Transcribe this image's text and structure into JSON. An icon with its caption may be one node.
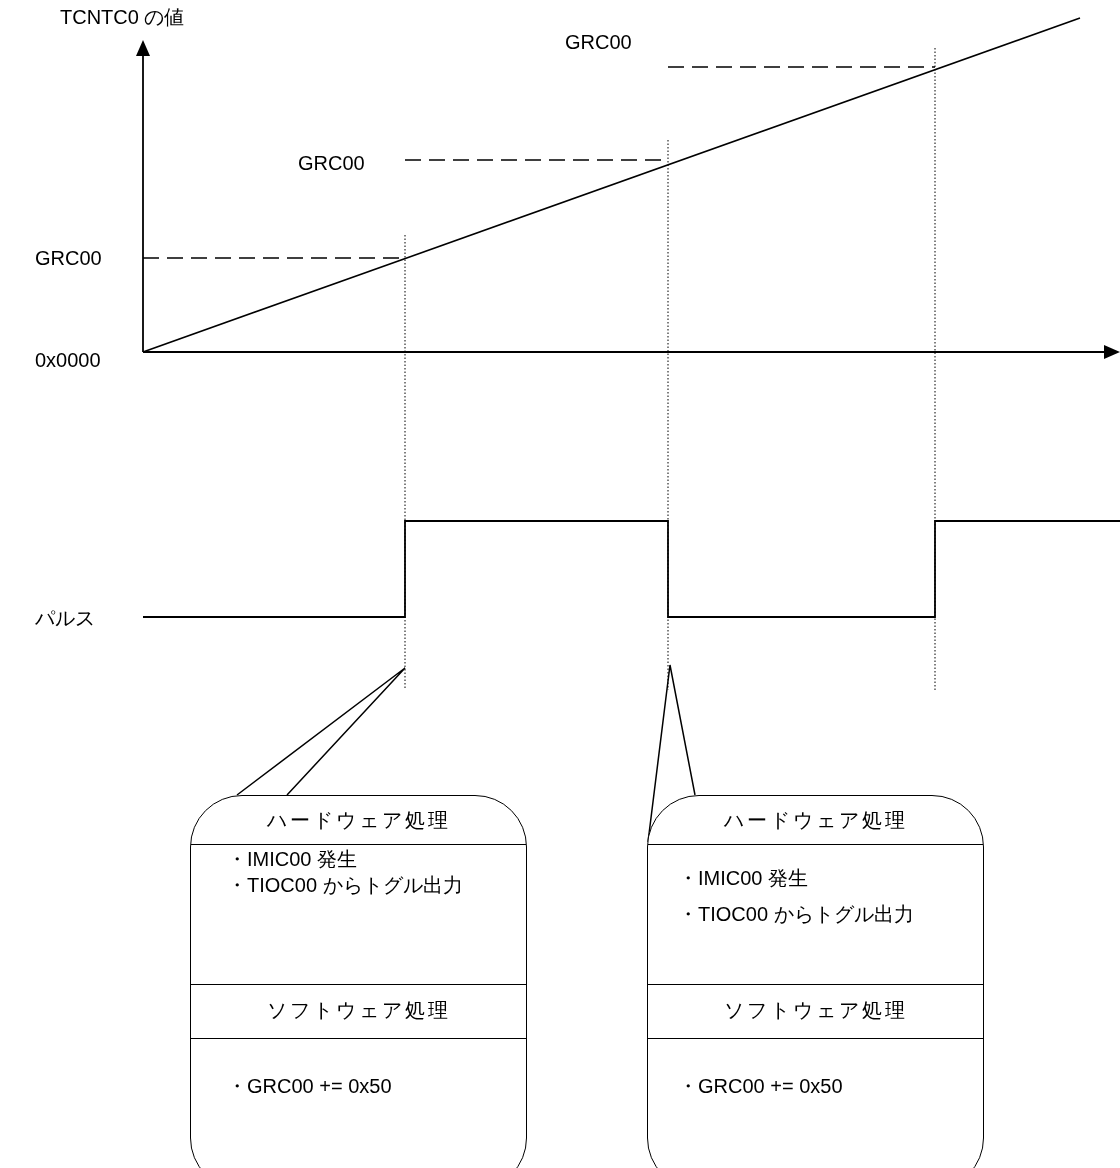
{
  "diagram": {
    "nodes": [
      {
        "text": [
          "ハードウェア処理",
          "・IMIC00 発生",
          "・TIOC00 からトグル出力",
          "ソフトウェア処理",
          "・GRC00 += 0x50"
        ]
      },
      {
        "text": [
          "ハードウェア処理",
          "・IMIC00 発生",
          "・TIOC00 からトグル出力",
          "ソフトウェア処理",
          "・GRC00 += 0x50"
        ]
      }
    ],
    "edges": [
      {
        "from": 0,
        "to": null,
        "arrow": "none"
      },
      {
        "from": 1,
        "to": null,
        "arrow": "none"
      }
    ],
    "labels": [
      "TCNTC0 の値",
      "GRC00",
      "GRC00",
      "GRC00",
      "0x0000",
      "パルス"
    ]
  }
}
